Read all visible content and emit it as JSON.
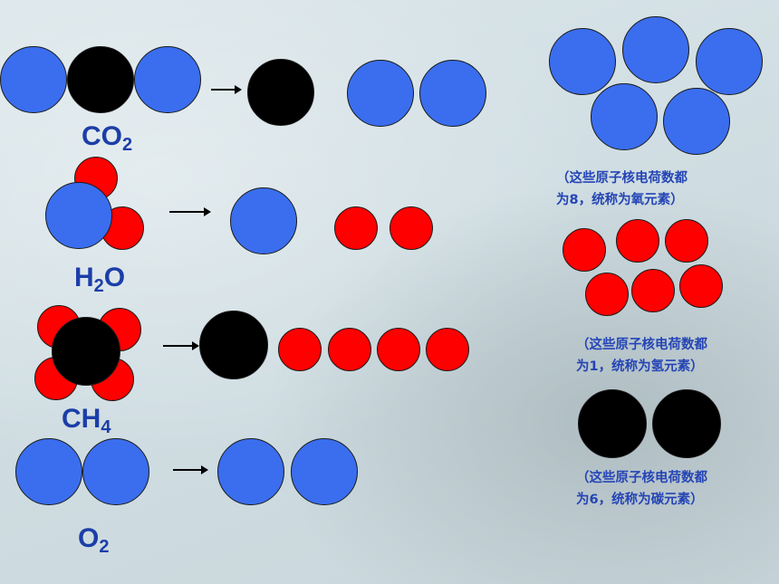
{
  "molecules": {
    "co2": {
      "name": "CO",
      "sub": "2"
    },
    "h2o": {
      "pre": "H",
      "sub": "2",
      "post": "O"
    },
    "ch4": {
      "name": "CH",
      "sub": "4"
    },
    "o2": {
      "name": "O",
      "sub": "2"
    }
  },
  "notes": {
    "oxygen": {
      "line1": "（这些原子核电荷数都",
      "line2": "为8，统称为氧元素）"
    },
    "hydrogen": {
      "line1": "（这些原子核电荷数都",
      "line2": "为1，统称为氢元素）"
    },
    "carbon": {
      "line1": "（这些原子核电荷数都",
      "line2": "为6，统称为碳元素）"
    }
  },
  "colors": {
    "oxygen_atom": "#3a6eee",
    "carbon_atom": "#000000",
    "hydrogen_atom": "#ff0000",
    "label_text": "#1c3ea8"
  }
}
